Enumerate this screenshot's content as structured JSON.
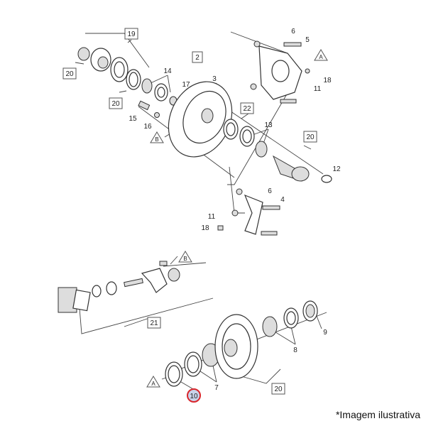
{
  "labels": {
    "l19": "19",
    "l20a": "20",
    "l20b": "20",
    "l2": "2",
    "l14": "14",
    "l17": "17",
    "l3": "3",
    "l15": "15",
    "l16": "16",
    "lBa": "B",
    "l22": "22",
    "l13": "13",
    "l20c": "20",
    "l12": "12",
    "l6a": "6",
    "l5": "5",
    "lAa": "A",
    "l18a": "18",
    "l11a": "11",
    "l6b": "6",
    "l4": "4",
    "l11b": "11",
    "l18b": "18",
    "lBb": "B",
    "l21": "21",
    "l9": "9",
    "l8": "8",
    "l7": "7",
    "lAb": "A",
    "l10": "10",
    "l20d": "20"
  },
  "highlight_color": "#d9262c",
  "caption": "*Imagem ilustrativa"
}
